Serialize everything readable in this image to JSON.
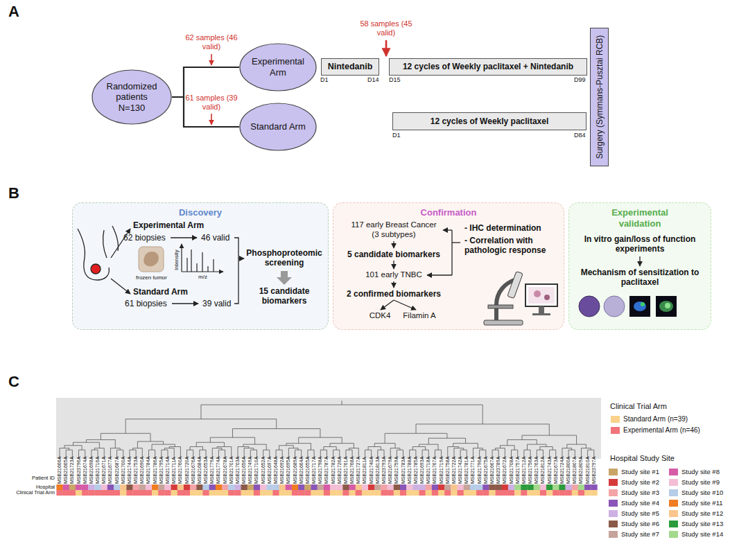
{
  "diagram": {
    "nodes": [
      {
        "text": [
          "Randomized patients N=130"
        ]
      },
      {
        "text": [
          "Experimental Arm"
        ]
      },
      {
        "text": [
          "Standard Arm"
        ]
      },
      {
        "text": [
          "Nintedanib"
        ]
      },
      {
        "text": [
          "12 cycles of Weekly paclitaxel + Nintedanib"
        ]
      },
      {
        "text": [
          "12 cycles of Weekly paclitaxel"
        ]
      },
      {
        "text": [
          "Surgery (Symmans-Pusztai RCB)"
        ]
      },
      {
        "text": [
          "Discovery"
        ]
      },
      {
        "text": [
          "Confirmation"
        ]
      },
      {
        "text": [
          "Experimental validation"
        ]
      }
    ],
    "edges": [
      {
        "from": 0,
        "to": 1,
        "arrow": "none"
      },
      {
        "from": 0,
        "to": 2,
        "arrow": "none"
      }
    ],
    "labels": [
      "A",
      "62 samples (46 valid)",
      "61 samples (39 valid)",
      "58 samples (45 valid)",
      "D1",
      "D14",
      "D15",
      "D99",
      "D1",
      "D84",
      "B",
      "Experimental Arm",
      "62 biopsies",
      "46 valid",
      "frozen tumor",
      "Intensity",
      "m/z",
      "Phosphoproteomic screening",
      "15 candidate biomarkers",
      "Standard Arm",
      "61 biopsies",
      "39 valid",
      "117 early Breast Cancer (3 subtypes)",
      "5 candidate biomarkers",
      "101 early TNBC",
      "2 confirmed biomarkers",
      "CDK4",
      "Filamin A",
      "- IHC determination",
      "- Correlation with pathologic response",
      "In vitro gain/loss of function experiments",
      "Mechanism of sensitization to paclitaxel",
      "C",
      "Patient ID",
      "Hospital",
      "Clinical Trial Arm",
      "Clinical Trial Arm",
      "Hospital Study Site",
      "MSB21666A",
      "MSB21665A",
      "MSB21723A",
      "MSB23796A",
      "MSB21674A",
      "MSB21698A",
      "MSB21716A",
      "MSB21671A",
      "MSB21677A",
      "MSB21687A",
      "MSB21700A",
      "MSB21744A",
      "MSB21753A",
      "MSB21690A",
      "MSB21784A",
      "MSB21786A",
      "MSB21795A",
      "MSB21714A",
      "MSB21711A",
      "MSB21760A",
      "MSB21720A",
      "MSB21676A",
      "MSB21684A",
      "MSB21653A",
      "MSB21779A",
      "MSB21774A",
      "MSB21678A",
      "MSB21701A",
      "MSB21703A",
      "MSB21656A",
      "MSB21749A",
      "MSB21710A",
      "MSB21652A",
      "MSB21697A",
      "MSB21648A",
      "MSB21692A",
      "MSB21695A",
      "MSB21689A",
      "MSB21664A",
      "MSB21655A",
      "MSB21717A",
      "MSB21798A",
      "MSB21787A",
      "MSB21782A",
      "MSB21726A",
      "MSB21761A",
      "MSB21768A",
      "MSB21727A",
      "MSB21811A",
      "MSB21740A",
      "MSB21813A",
      "MSB23793A",
      "MSB21679A",
      "MSB21759A",
      "MSB21783A",
      "MSB21788A",
      "MSB21785A",
      "MSB21693A",
      "MSB21718A",
      "MSB21767A",
      "MSB21719A",
      "MSB21758A",
      "MSB21722A",
      "MSB21742A",
      "MSB21781A",
      "MSB21771A",
      "MSB21796A",
      "MSB21675A",
      "MSB21667A",
      "MSB23789A",
      "MSB21672A",
      "MSB21708A",
      "MSB21757A",
      "MSB21712A",
      "MSB21756A",
      "MSB21763A",
      "MSB21812A",
      "MSB21743A",
      "MSB21673A",
      "MSB21724A",
      "MSB21800A",
      "MSB21807A",
      "MSB21809A",
      "MSB21810A",
      "MSB23797A"
    ],
    "legend": [
      {
        "text": "Standard Arm (n=39)",
        "color": "#f9d18a"
      },
      {
        "text": "Experimental Arm (n=46)",
        "color": "#f2737a"
      },
      {
        "text": "Study site #1",
        "color": "#c9a567"
      },
      {
        "text": "Study site #2",
        "color": "#d63b3b"
      },
      {
        "text": "Study site #3",
        "color": "#f3a4a7"
      },
      {
        "text": "Study site #4",
        "color": "#8a55b8"
      },
      {
        "text": "Study site #5",
        "color": "#cdb1e3"
      },
      {
        "text": "Study site #6",
        "color": "#8c5a48"
      },
      {
        "text": "Study site #7",
        "color": "#c7a49b"
      },
      {
        "text": "Study site #8",
        "color": "#d65ca8"
      },
      {
        "text": "Study site #9",
        "color": "#f3bdd6"
      },
      {
        "text": "Study site #10",
        "color": "#b6cce8"
      },
      {
        "text": "Study site #11",
        "color": "#f07d22"
      },
      {
        "text": "Study site #12",
        "color": "#f9c58d"
      },
      {
        "text": "Study site #13",
        "color": "#2b9b3c"
      },
      {
        "text": "Study site #14",
        "color": "#a3d98c"
      }
    ]
  }
}
